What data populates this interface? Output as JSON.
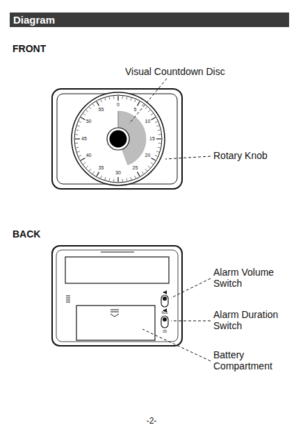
{
  "diagram": {
    "title": "Diagram",
    "labels": [
      "FRONT",
      "Visual Countdown Disc",
      "Rotary Knob",
      "0",
      "5",
      "10",
      "15",
      "20",
      "25",
      "30",
      "35",
      "40",
      "45",
      "50",
      "55",
      "BACK",
      "Alarm Volume Switch",
      "Alarm Duration Switch",
      "Battery Compartment",
      "60S",
      "3S",
      "-2-"
    ]
  }
}
